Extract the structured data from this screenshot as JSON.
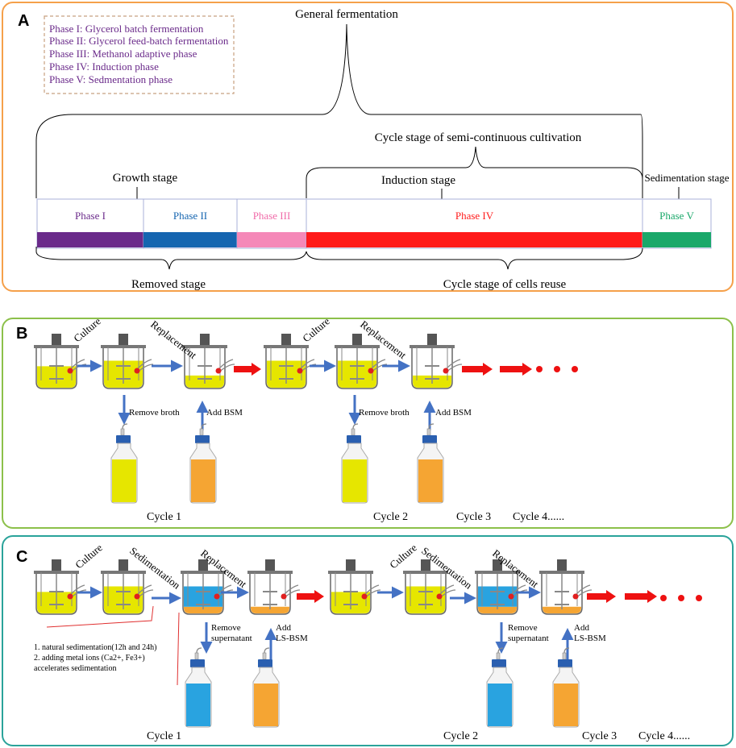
{
  "panelA": {
    "label": "A",
    "legend": [
      "Phase I: Glycerol batch fermentation",
      "Phase II: Glycerol feed-batch fermentation",
      "Phase III: Methanol adaptive phase",
      "Phase IV: Induction phase",
      "Phase V: Sedmentation phase"
    ],
    "general": "General fermentation",
    "cycle_semi": "Cycle stage of semi-continuous cultivation",
    "growth": "Growth stage",
    "induction": "Induction stage",
    "sedimentation": "Sedimentation stage",
    "removed": "Removed stage",
    "cells_reuse": "Cycle stage of cells reuse",
    "phases": [
      {
        "label": "Phase I",
        "color": "#6a2a8a",
        "text_color": "#6a2a8a"
      },
      {
        "label": "Phase II",
        "color": "#1565b0",
        "text_color": "#1565b0"
      },
      {
        "label": "Phase III",
        "color": "#f588b8",
        "text_color": "#f06aa8"
      },
      {
        "label": "Phase IV",
        "color": "#ff1a1a",
        "text_color": "#ff1a1a"
      },
      {
        "label": "Phase V",
        "color": "#1aa86a",
        "text_color": "#1aa86a"
      }
    ]
  },
  "panelB": {
    "label": "B",
    "culture": "Culture",
    "replacement": "Replacement",
    "remove_broth": "Remove broth",
    "add_bsm": "Add BSM",
    "cycle1": "Cycle 1",
    "cycle2": "Cycle 2",
    "cycle3": "Cycle 3",
    "cycle4": "Cycle 4......"
  },
  "panelC": {
    "label": "C",
    "culture": "Culture",
    "sedimentation": "Sedimentation",
    "replacement": "Replacement",
    "remove_supernatant_1": "Remove",
    "remove_supernatant_2": "supernatant",
    "add_ls_1": "Add",
    "add_ls_2": "LS-BSM",
    "note1": "1. natural sedimentation(12h and 24h)",
    "note2": "2. adding metal ions (Ca2+, Fe3+)",
    "note3": "accelerates sedimentation",
    "cycle1": "Cycle 1",
    "cycle2": "Cycle 2",
    "cycle3": "Cycle 3",
    "cycle4": "Cycle 4......"
  },
  "colors": {
    "yellow_broth": "#e6e600",
    "orange_medium": "#f5a533",
    "blue_supernatant": "#29a3e0",
    "arrow_blue": "#4472c4",
    "arrow_red": "#ee1111"
  }
}
